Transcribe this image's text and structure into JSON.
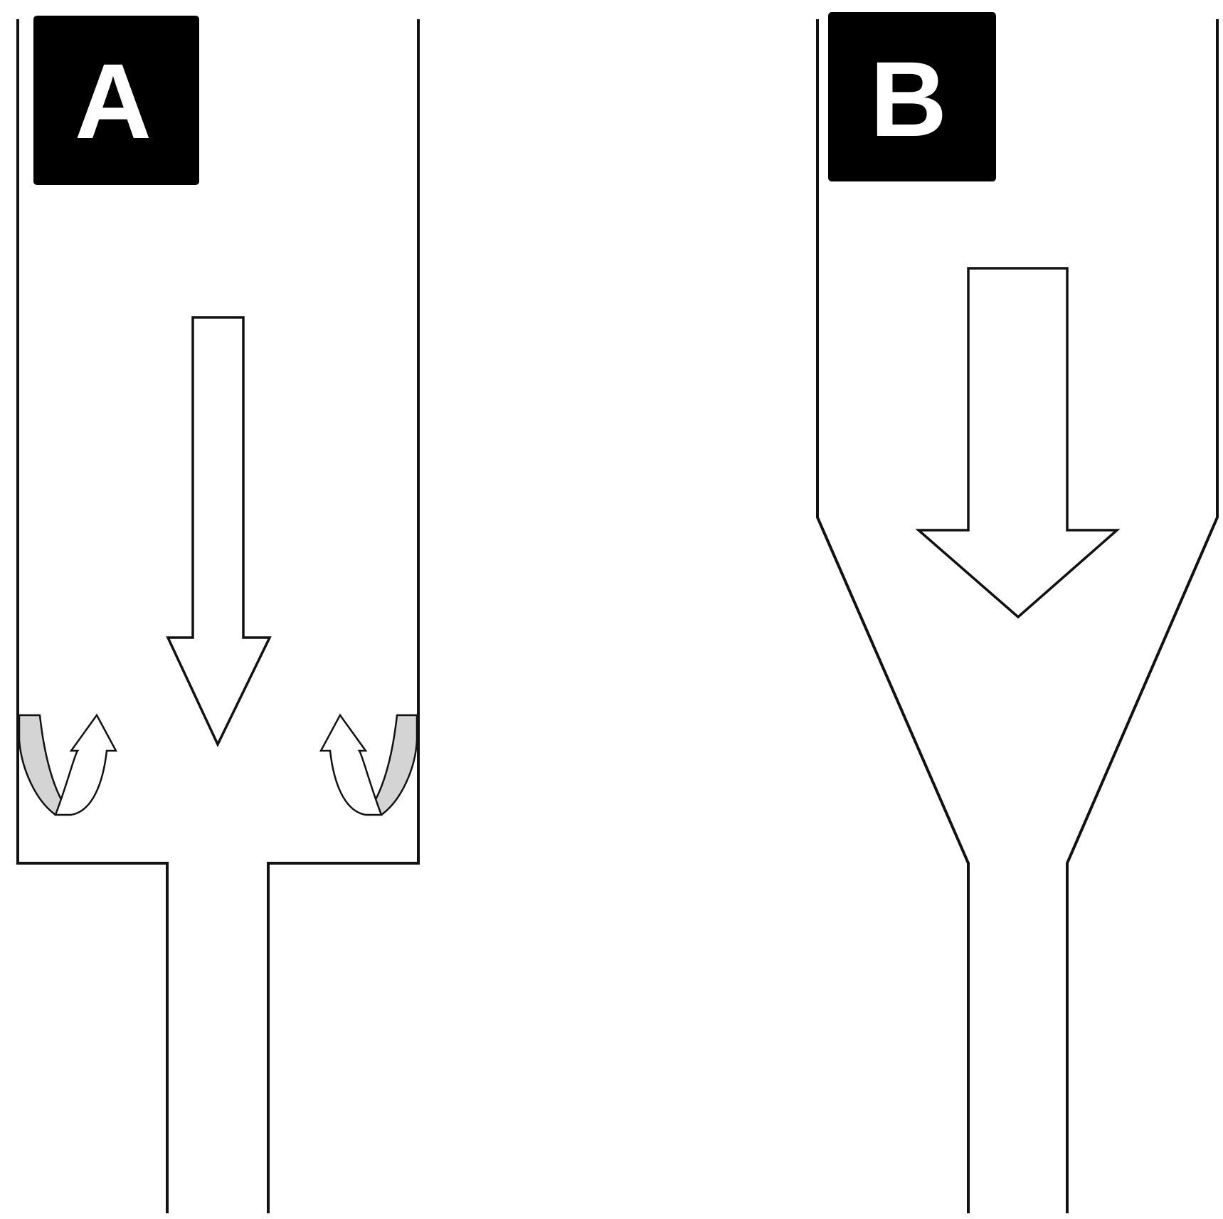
{
  "panels": [
    {
      "id": "A",
      "label": "A"
    },
    {
      "id": "B",
      "label": "B"
    }
  ],
  "colors": {
    "background": "#ffffff",
    "line": "#111111",
    "label_box": "#000000",
    "label_text": "#ffffff",
    "vortex_shade": "#d4d4d4"
  },
  "icons": [
    "down-arrow-icon",
    "curved-up-arrow-icon"
  ]
}
